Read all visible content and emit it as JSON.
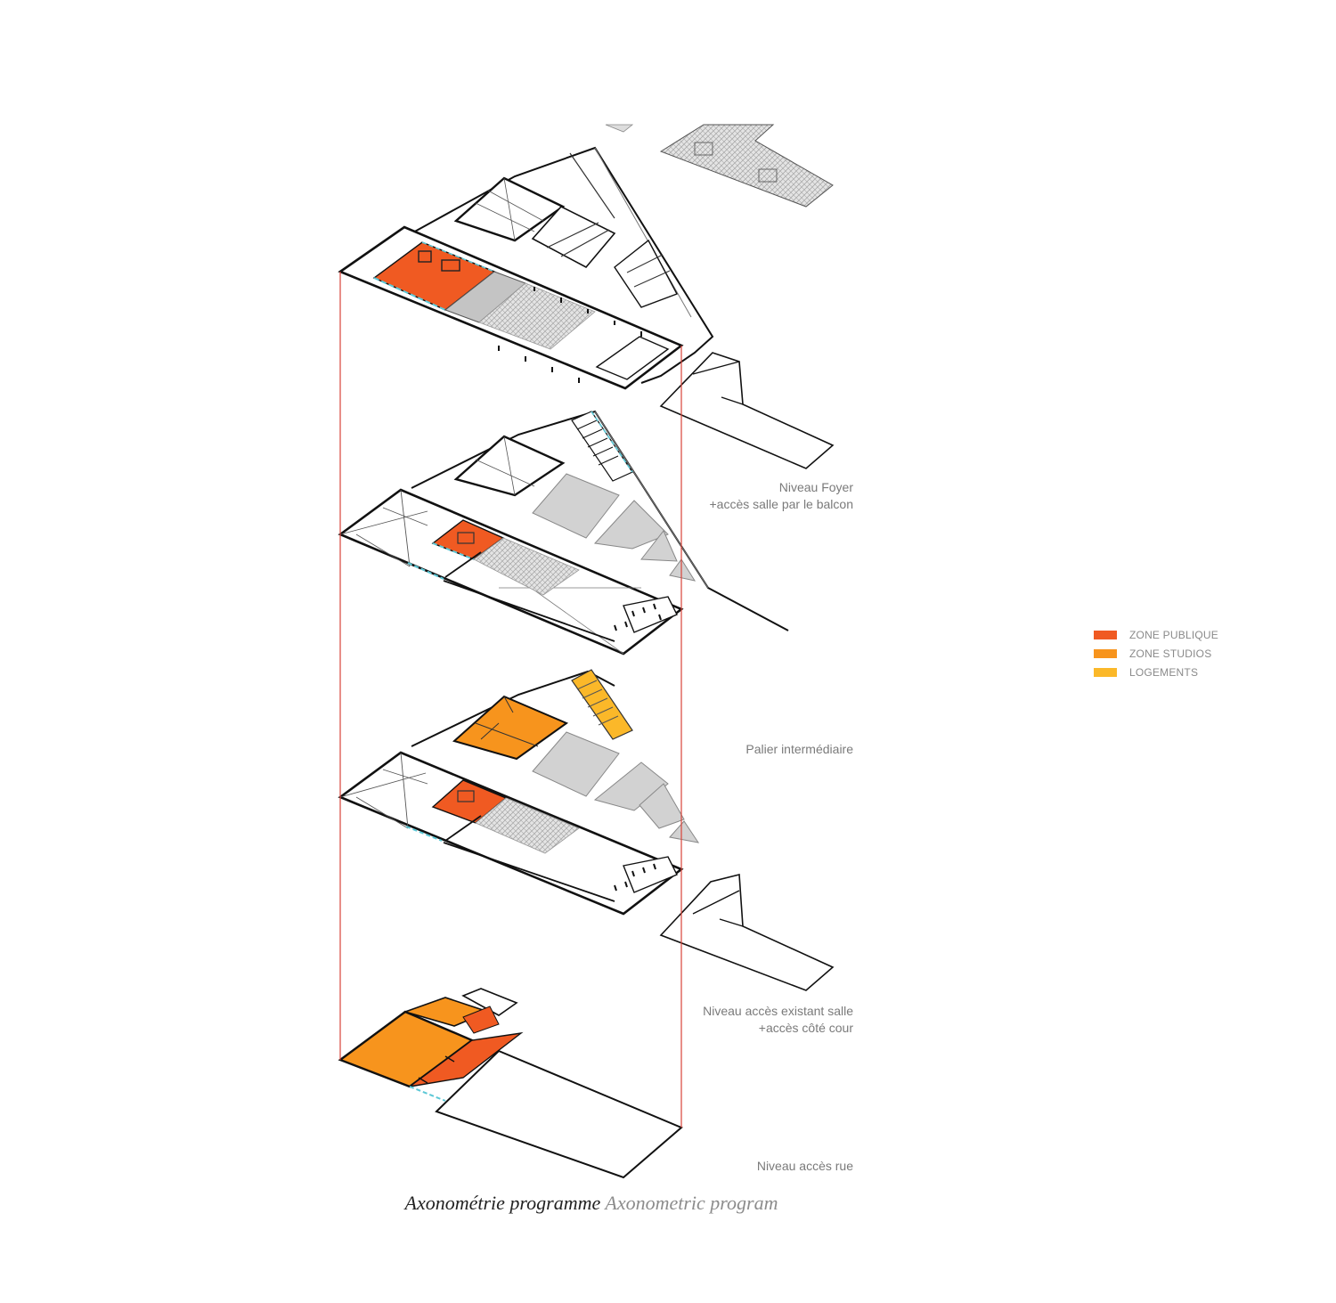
{
  "levels": {
    "foyer": {
      "line1": "Niveau Foyer",
      "line2": "+accès salle par le balcon"
    },
    "palier": {
      "line1": "Palier intermédiaire"
    },
    "existant": {
      "line1": "Niveau accès existant salle",
      "line2": "+accès côté cour"
    },
    "rue": {
      "line1": "Niveau accès rue"
    }
  },
  "legend": [
    {
      "label": "ZONE PUBLIQUE",
      "color": "#f05a22"
    },
    {
      "label": "ZONE STUDIOS",
      "color": "#f7941d"
    },
    {
      "label": "LOGEMENTS",
      "color": "#fbb829"
    }
  ],
  "caption": {
    "fr": "Axonométrie programme",
    "en": "Axonometric program"
  },
  "colors": {
    "publique": "#f05a22",
    "studios": "#f7941d",
    "logements": "#fbb829",
    "grey_fill": "#d2d2d2",
    "link_line": "#d9443a",
    "glass": "#5cc8d6"
  }
}
